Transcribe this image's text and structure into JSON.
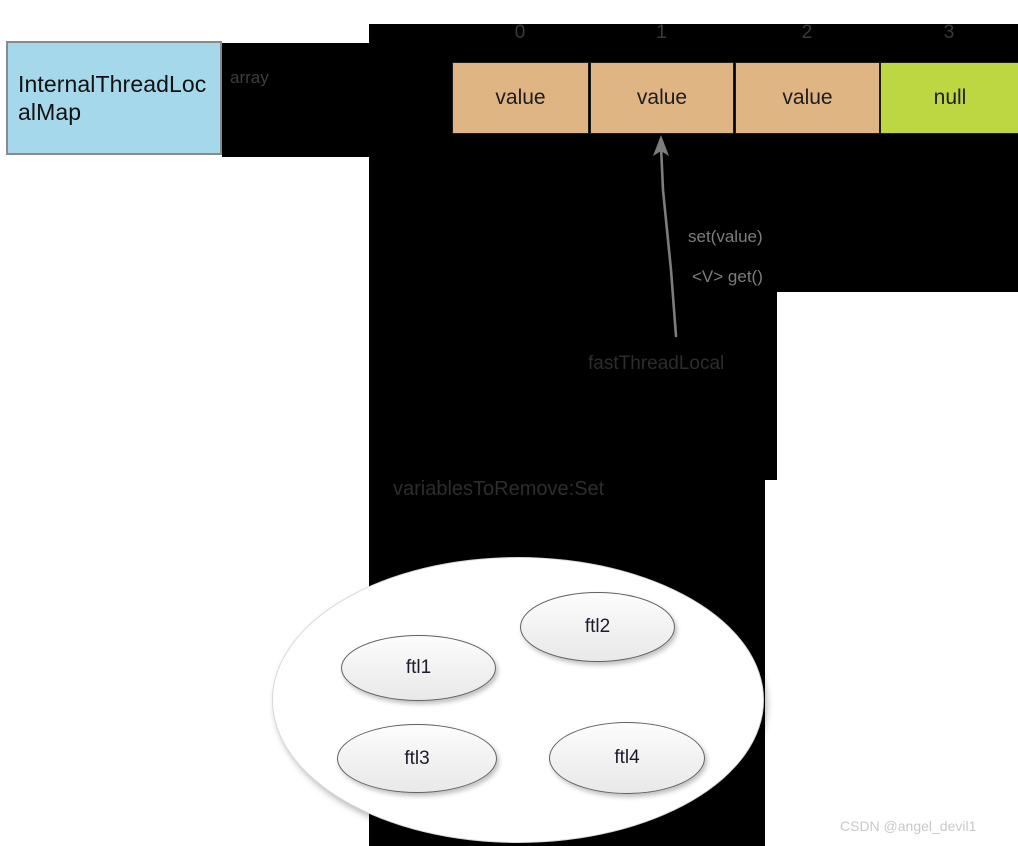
{
  "diagram": {
    "class_box": {
      "label": "InternalThreadLocalMap",
      "fill_color": "#a4d8ea",
      "border_color": "#8a8a8a"
    },
    "edge_label": "array",
    "array": {
      "indices": [
        "0",
        "1",
        "2",
        "3"
      ],
      "cells": [
        {
          "value": "value",
          "color": "#e0b584"
        },
        {
          "value": "value",
          "color": "#e0b584"
        },
        {
          "value": "value",
          "color": "#e0b584"
        },
        {
          "value": "null",
          "color": "#bcd742"
        }
      ]
    },
    "methods": {
      "set": "set(value)",
      "get": "<V> get()"
    },
    "arrow_source_label": "fastThreadLocal",
    "set_title": "variablesToRemove:Set",
    "set_members": [
      "ftl1",
      "ftl2",
      "ftl3",
      "ftl4"
    ],
    "watermark": "CSDN @angel_devil1",
    "colors": {
      "background": "#000000",
      "page": "#ffffff",
      "value_cell": "#e0b584",
      "null_cell": "#bcd742",
      "arrow": "#7d7d7d",
      "text_dark": "#2d2d2d",
      "text_gray": "#7d7d7d",
      "watermark": "#c9c9c9"
    }
  }
}
